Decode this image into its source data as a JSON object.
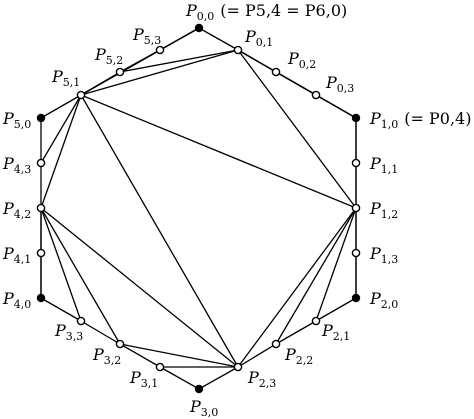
{
  "vertices": [
    {
      "id": "P00",
      "sym": "P",
      "sub": "0,0",
      "filled": true,
      "note": "(= P5,4 = P6,0)"
    },
    {
      "id": "P01",
      "sym": "P",
      "sub": "0,1",
      "filled": false
    },
    {
      "id": "P02",
      "sym": "P",
      "sub": "0,2",
      "filled": false
    },
    {
      "id": "P03",
      "sym": "P",
      "sub": "0,3",
      "filled": false
    },
    {
      "id": "P10",
      "sym": "P",
      "sub": "1,0",
      "filled": true,
      "note": "(= P0,4)"
    },
    {
      "id": "P11",
      "sym": "P",
      "sub": "1,1",
      "filled": false
    },
    {
      "id": "P12",
      "sym": "P",
      "sub": "1,2",
      "filled": false
    },
    {
      "id": "P13",
      "sym": "P",
      "sub": "1,3",
      "filled": false
    },
    {
      "id": "P20",
      "sym": "P",
      "sub": "2,0",
      "filled": true
    },
    {
      "id": "P21",
      "sym": "P",
      "sub": "2,1",
      "filled": false
    },
    {
      "id": "P22",
      "sym": "P",
      "sub": "2,2",
      "filled": false
    },
    {
      "id": "P23",
      "sym": "P",
      "sub": "2,3",
      "filled": false
    },
    {
      "id": "P30",
      "sym": "P",
      "sub": "3,0",
      "filled": true
    },
    {
      "id": "P31",
      "sym": "P",
      "sub": "3,1",
      "filled": false
    },
    {
      "id": "P32",
      "sym": "P",
      "sub": "3,2",
      "filled": false
    },
    {
      "id": "P33",
      "sym": "P",
      "sub": "3,3",
      "filled": false
    },
    {
      "id": "P40",
      "sym": "P",
      "sub": "4,0",
      "filled": true
    },
    {
      "id": "P41",
      "sym": "P",
      "sub": "4,1",
      "filled": false
    },
    {
      "id": "P42",
      "sym": "P",
      "sub": "4,2",
      "filled": false
    },
    {
      "id": "P43",
      "sym": "P",
      "sub": "4,3",
      "filled": false
    },
    {
      "id": "P50",
      "sym": "P",
      "sub": "5,0",
      "filled": true
    },
    {
      "id": "P51",
      "sym": "P",
      "sub": "5,1",
      "filled": false
    },
    {
      "id": "P52",
      "sym": "P",
      "sub": "5,2",
      "filled": false
    },
    {
      "id": "P53",
      "sym": "P",
      "sub": "5,3",
      "filled": false
    }
  ],
  "edges": [
    [
      "P00",
      "P01"
    ],
    [
      "P01",
      "P02"
    ],
    [
      "P02",
      "P03"
    ],
    [
      "P03",
      "P10"
    ],
    [
      "P10",
      "P11"
    ],
    [
      "P11",
      "P12"
    ],
    [
      "P12",
      "P13"
    ],
    [
      "P13",
      "P20"
    ],
    [
      "P20",
      "P21"
    ],
    [
      "P21",
      "P22"
    ],
    [
      "P22",
      "P23"
    ],
    [
      "P23",
      "P30"
    ],
    [
      "P30",
      "P31"
    ],
    [
      "P31",
      "P32"
    ],
    [
      "P32",
      "P33"
    ],
    [
      "P33",
      "P40"
    ],
    [
      "P40",
      "P41"
    ],
    [
      "P41",
      "P42"
    ],
    [
      "P42",
      "P43"
    ],
    [
      "P43",
      "P50"
    ],
    [
      "P50",
      "P51"
    ],
    [
      "P51",
      "P52"
    ],
    [
      "P52",
      "P53"
    ],
    [
      "P53",
      "P00"
    ],
    [
      "P01",
      "P10"
    ],
    [
      "P01",
      "P03"
    ],
    [
      "P01",
      "P12"
    ],
    [
      "P10",
      "P12"
    ],
    [
      "P12",
      "P20"
    ],
    [
      "P12",
      "P21"
    ],
    [
      "P12",
      "P22"
    ],
    [
      "P12",
      "P23"
    ],
    [
      "P23",
      "P31"
    ],
    [
      "P23",
      "P32"
    ],
    [
      "P23",
      "P42"
    ],
    [
      "P42",
      "P32"
    ],
    [
      "P42",
      "P33"
    ],
    [
      "P42",
      "P40"
    ],
    [
      "P51",
      "P42"
    ],
    [
      "P51",
      "P23"
    ],
    [
      "P51",
      "P12"
    ],
    [
      "P51",
      "P01"
    ],
    [
      "P51",
      "P00"
    ],
    [
      "P51",
      "P53"
    ],
    [
      "P52",
      "P01"
    ],
    [
      "P51",
      "P43"
    ]
  ]
}
